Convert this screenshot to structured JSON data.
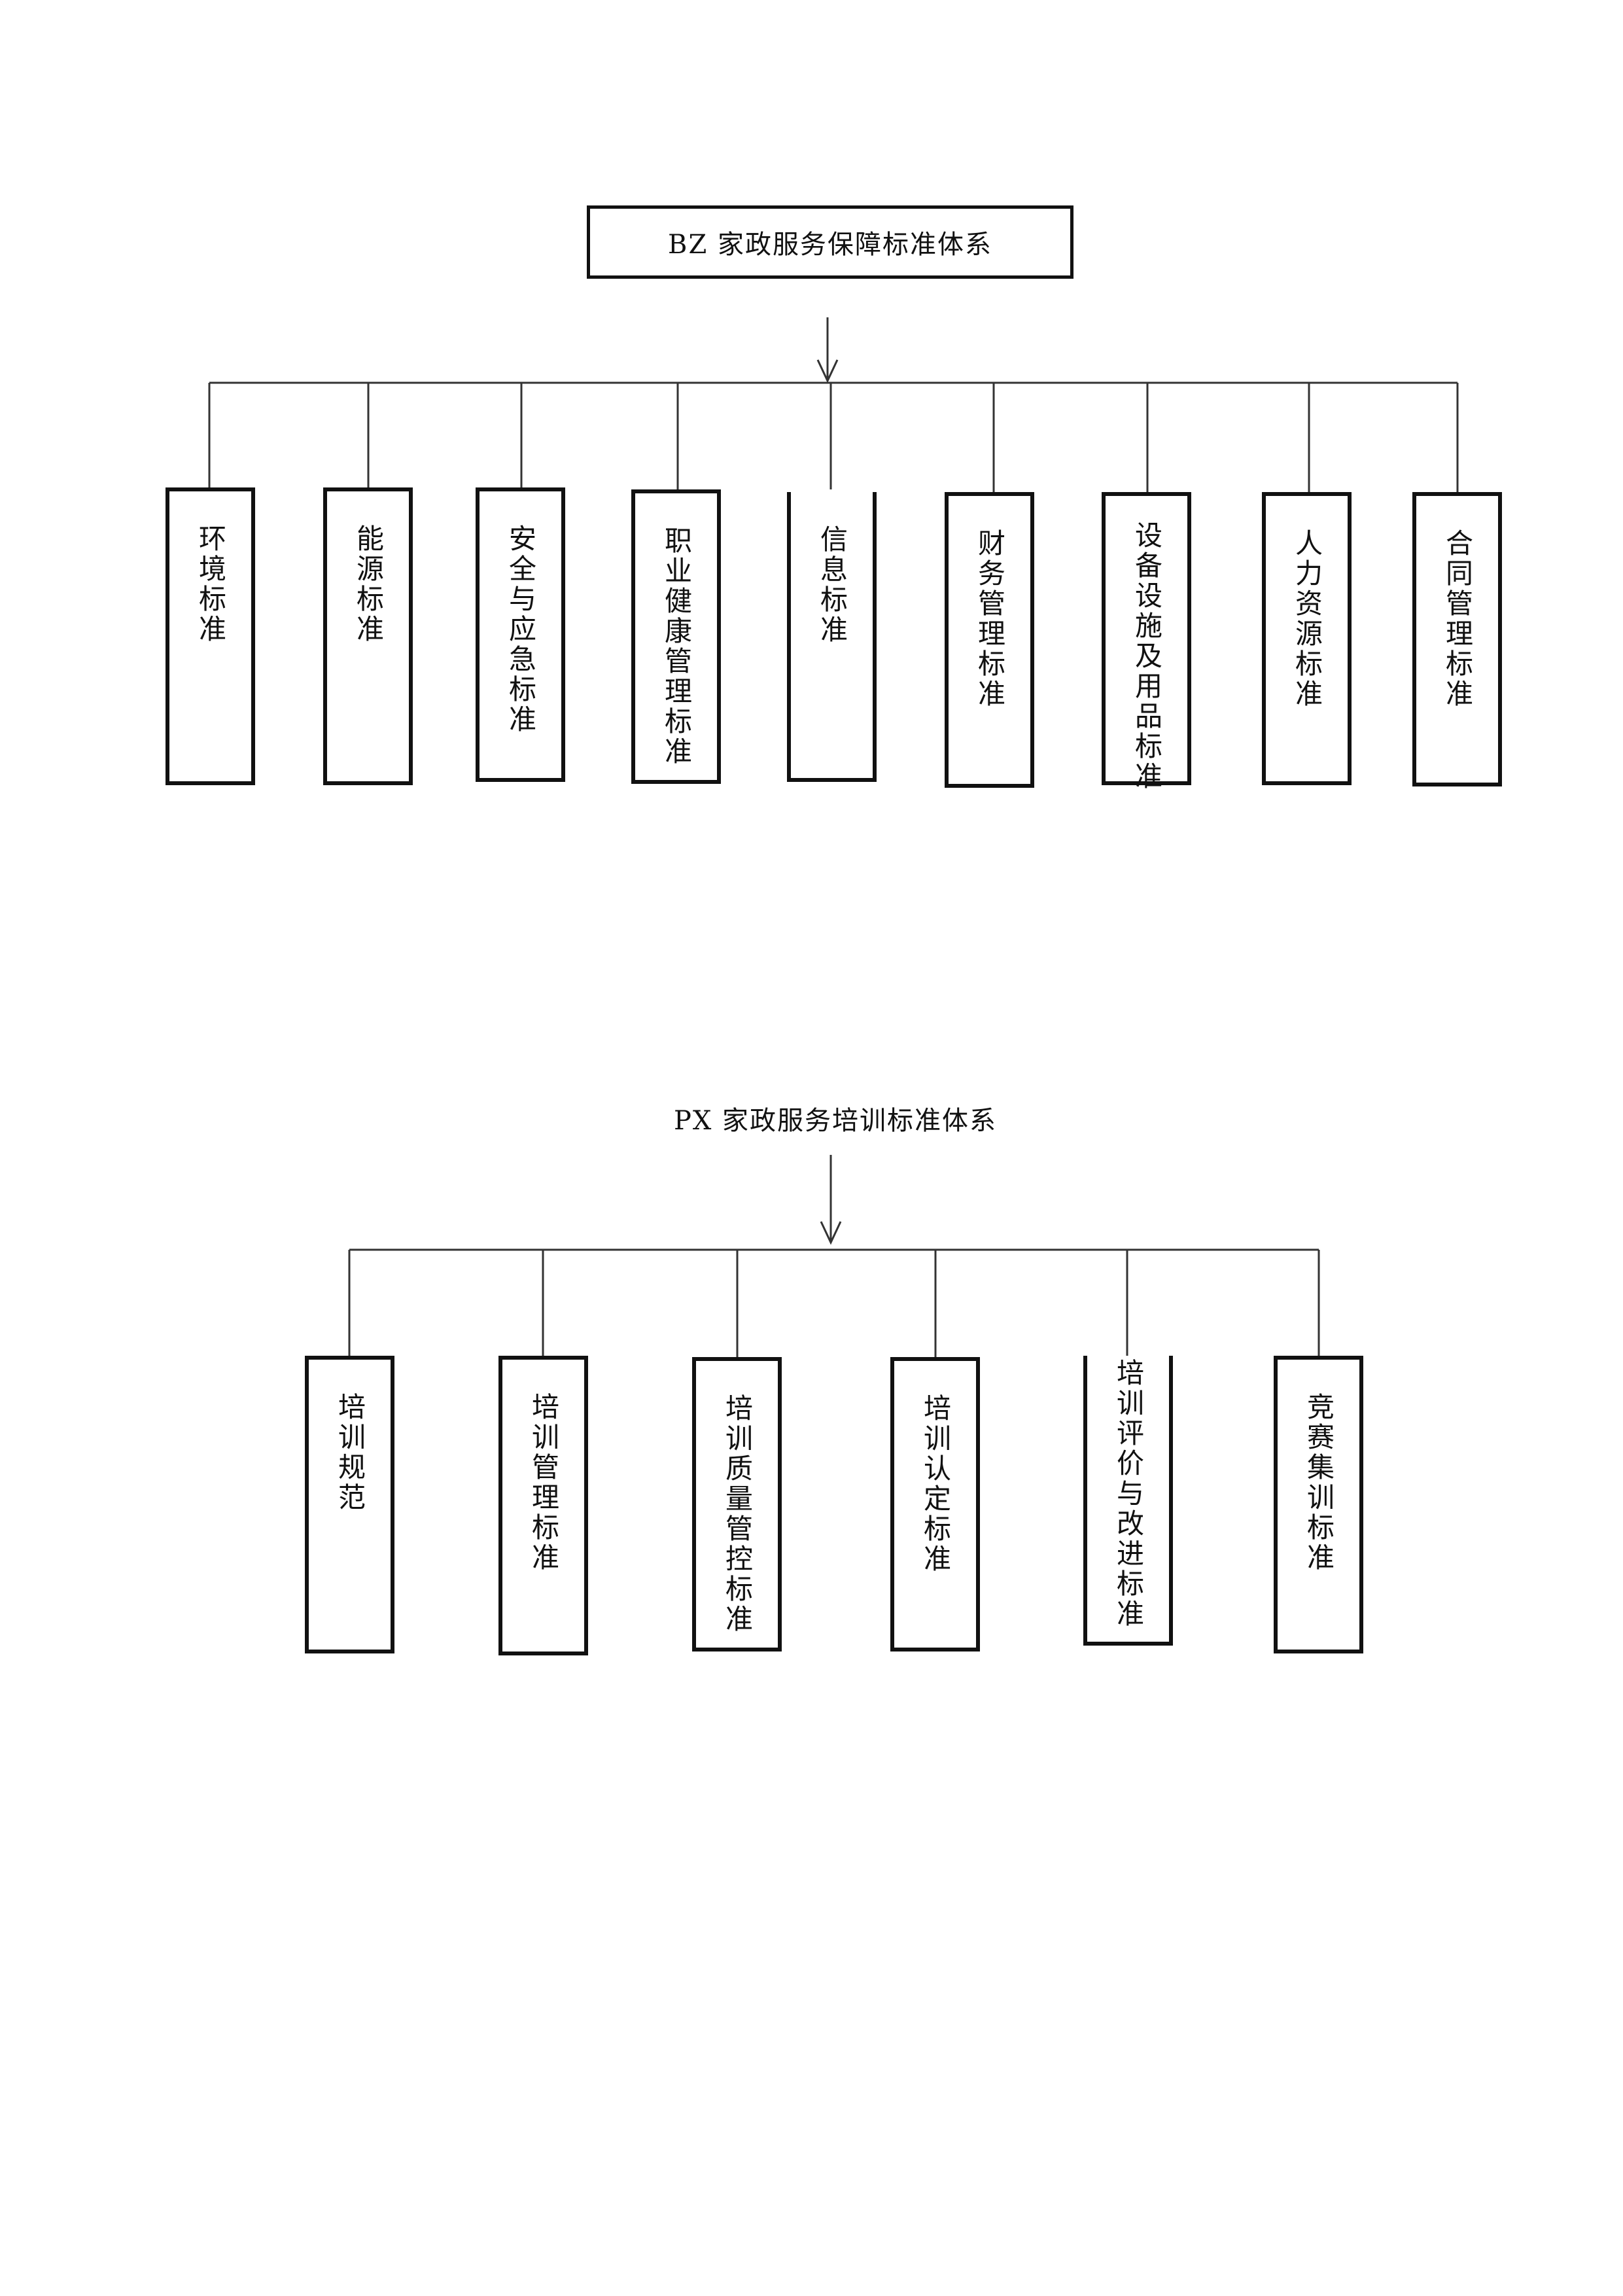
{
  "diagram1": {
    "title": "BZ  家政服务保障标准体系",
    "boxes": [
      {
        "label": "环境标准"
      },
      {
        "label": "能源标准"
      },
      {
        "label": "安全与应急标准"
      },
      {
        "label": "职业健康管理标准"
      },
      {
        "label": "信息标准"
      },
      {
        "label": "财务管理标准"
      },
      {
        "label": "设备设施及用品标准"
      },
      {
        "label": "人力资源标准"
      },
      {
        "label": "合同管理标准"
      }
    ]
  },
  "diagram2": {
    "title": "PX  家政服务培训标准体系",
    "boxes": [
      {
        "label": "培训规范"
      },
      {
        "label": "培训管理标准"
      },
      {
        "label": "培训质量管控标准"
      },
      {
        "label": "培训认定标准"
      },
      {
        "label": "培训评价与改进标准"
      },
      {
        "label": "竞赛集训标准"
      }
    ]
  }
}
